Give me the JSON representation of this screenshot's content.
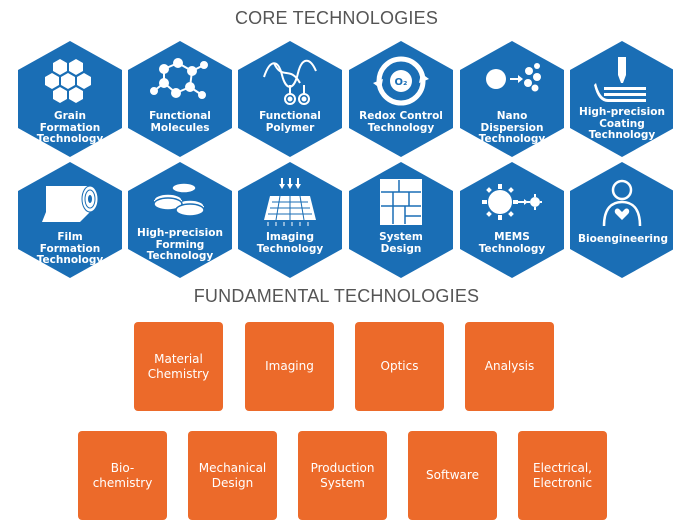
{
  "titles": {
    "core": "CORE TECHNOLOGIES",
    "fundamental": "FUNDAMENTAL TECHNOLOGIES"
  },
  "colors": {
    "core_hex": "#1a6eb5",
    "fundamental_box": "#ec6a2a",
    "title_text": "#555555"
  },
  "core": [
    {
      "label": "Grain Formation\nTechnology",
      "icon": "honeycomb-icon"
    },
    {
      "label": "Functional\nMolecules",
      "icon": "molecule-network-icon"
    },
    {
      "label": "Functional\nPolymer",
      "icon": "polymer-chain-icon"
    },
    {
      "label": "Redox Control\nTechnology",
      "icon": "oxygen-cycle-icon"
    },
    {
      "label": "Nano Dispersion\nTechnology",
      "icon": "particle-dispersion-icon"
    },
    {
      "label": "High-precision\nCoating\nTechnology",
      "icon": "coating-nozzle-icon"
    },
    {
      "label": "Film Formation\nTechnology",
      "icon": "film-roll-icon"
    },
    {
      "label": "High-precision\nForming\nTechnology",
      "icon": "stacked-discs-icon"
    },
    {
      "label": "Imaging\nTechnology",
      "icon": "sensor-chip-icon"
    },
    {
      "label": "System\nDesign",
      "icon": "grid-blocks-icon"
    },
    {
      "label": "MEMS\nTechnology",
      "icon": "gear-arrow-icon"
    },
    {
      "label": "Bioengineering",
      "icon": "person-heart-icon"
    }
  ],
  "fundamental": [
    {
      "label": "Material\nChemistry"
    },
    {
      "label": "Imaging"
    },
    {
      "label": "Optics"
    },
    {
      "label": "Analysis"
    },
    {
      "label": "Bio-\nchemistry"
    },
    {
      "label": "Mechanical\nDesign"
    },
    {
      "label": "Production\nSystem"
    },
    {
      "label": "Software"
    },
    {
      "label": "Electrical,\nElectronic"
    }
  ]
}
